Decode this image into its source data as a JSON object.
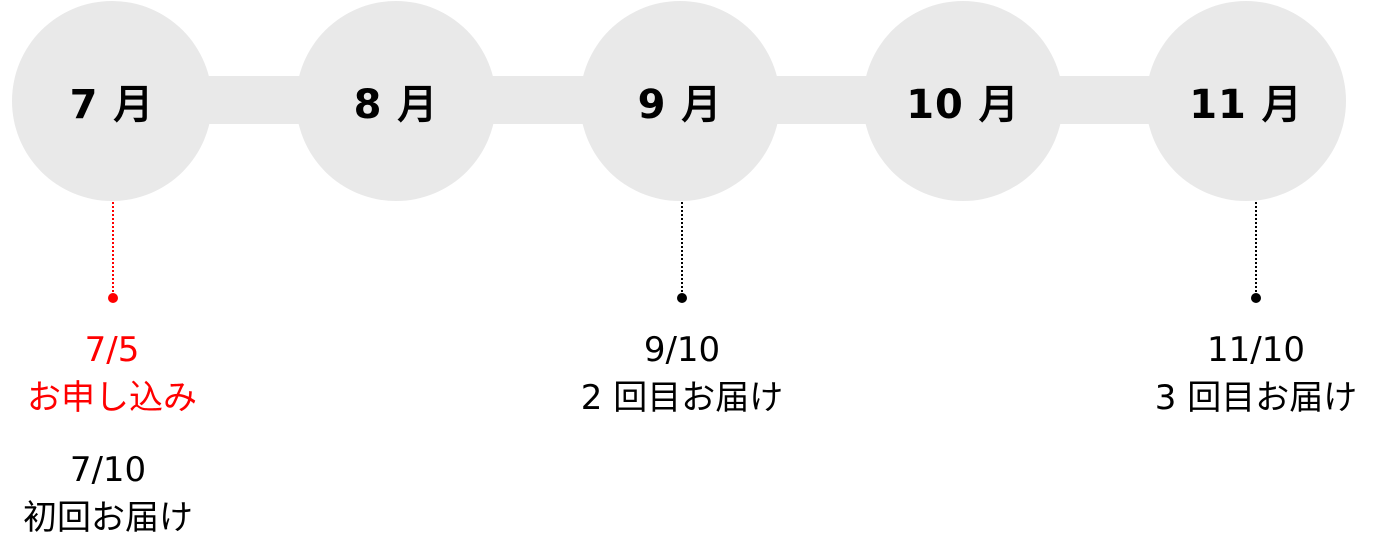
{
  "months": [
    "7 月",
    "8 月",
    "9 月",
    "10 月",
    "11 月"
  ],
  "events": [
    {
      "date": "7/5",
      "text": "お申し込み",
      "color": "#ff0000"
    },
    {
      "date": "9/10",
      "text": "2 回目お届け",
      "color": "#000000"
    },
    {
      "date": "11/10",
      "text": "3 回目お届け",
      "color": "#000000"
    },
    {
      "date": "7/10",
      "text": "初回お届け",
      "color": "#000000"
    }
  ],
  "colors": {
    "circle": "#e9e9e9",
    "highlight": "#ff0000"
  }
}
